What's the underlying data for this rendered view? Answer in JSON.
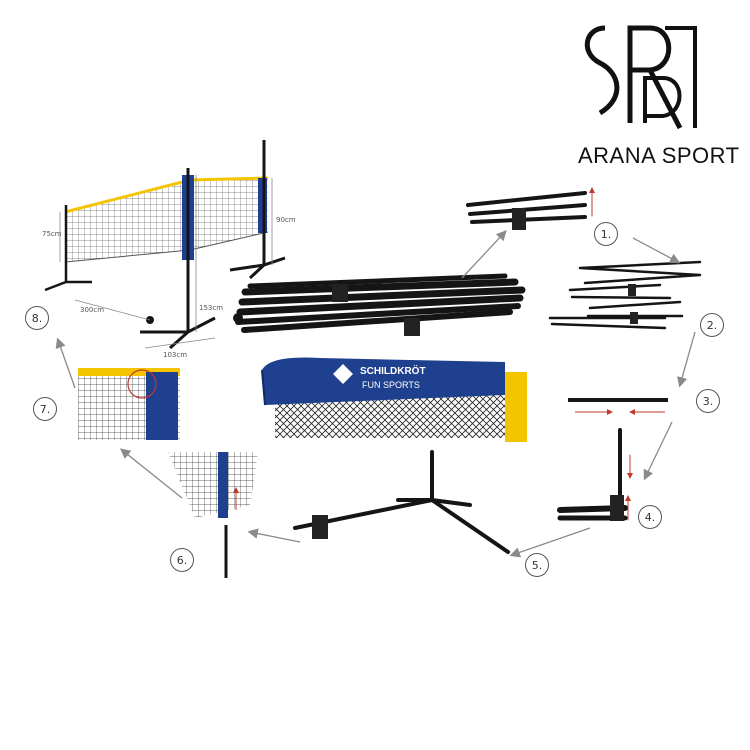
{
  "brand": {
    "name": "ARANA SPORT",
    "monogram_icon": "ars-monogram-icon"
  },
  "product": {
    "bag_brand": "SCHILDKRÖT",
    "bag_line": "FUN SPORTS"
  },
  "dimensions": {
    "net_height": "75cm",
    "post_height": "90cm",
    "net_width": "300cm",
    "total_height": "153cm",
    "base_width": "103cm"
  },
  "steps": [
    "1.",
    "2.",
    "3.",
    "4.",
    "5.",
    "6.",
    "7.",
    "8."
  ],
  "colors": {
    "net_tape": "#f5c400",
    "bag_blue": "#1f3f8f",
    "frame": "#151515",
    "direction_arrow": "#c0392b",
    "flow_arrow": "#8a8a8a"
  }
}
